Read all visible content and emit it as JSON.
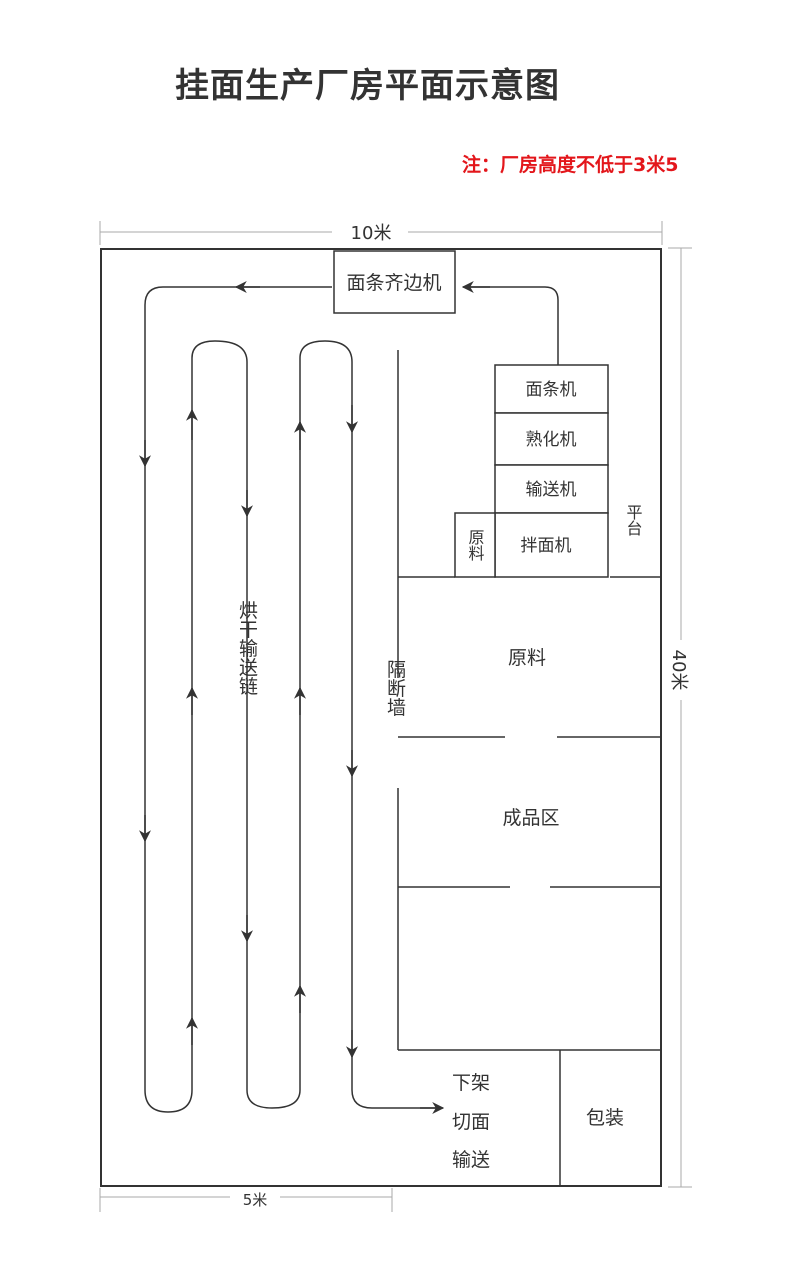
{
  "title": "挂面生产厂房平面示意图",
  "note": "注：厂房高度不低于3米5",
  "dimensions": {
    "width_top": "10米",
    "width_bottom": "5米",
    "length_right": "40米"
  },
  "boxes": {
    "edge_trimmer": "面条齐边机",
    "noodle_machine": "面条机",
    "curing_machine": "熟化机",
    "conveyor_machine": "输送机",
    "mixer": "拌面机",
    "raw_material_small": "原料",
    "platform": "平台",
    "packaging": "包装"
  },
  "areas": {
    "raw_material": "原料",
    "finished_goods": "成品区",
    "partition_wall": "隔断墙",
    "drying_chain": "烘干输送链",
    "unload_cut_convey": [
      "下架",
      "切面",
      "输送"
    ]
  },
  "colors": {
    "line": "#333333",
    "dim": "#aaaaaa",
    "note": "#e3161b"
  }
}
